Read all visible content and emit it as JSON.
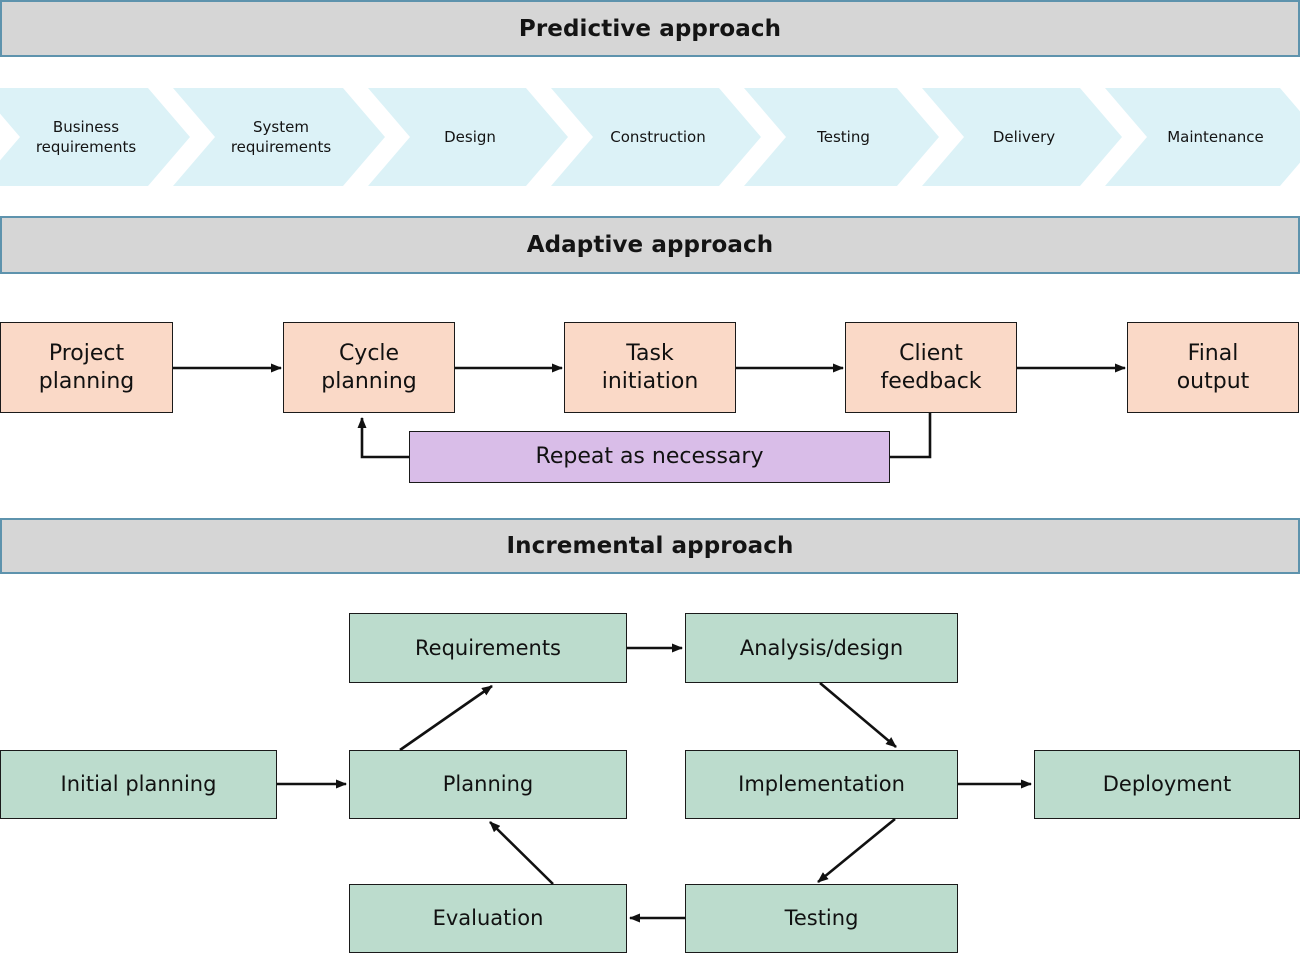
{
  "colors": {
    "band_fill": "#d6d6d6",
    "band_border": "#5e93ad",
    "chevron_fill": "#dcf2f7",
    "peach": "#fad9c7",
    "purple": "#d9bde8",
    "green": "#bcdccd",
    "stroke": "#1a1a1a",
    "page_bg": "#ffffff"
  },
  "sections": {
    "predictive": {
      "title": "Predictive approach",
      "stages": [
        {
          "label_line1": "Business",
          "label_line2": "requirements"
        },
        {
          "label_line1": "System",
          "label_line2": "requirements"
        },
        {
          "label_line1": "Design",
          "label_line2": ""
        },
        {
          "label_line1": "Construction",
          "label_line2": ""
        },
        {
          "label_line1": "Testing",
          "label_line2": ""
        },
        {
          "label_line1": "Delivery",
          "label_line2": ""
        },
        {
          "label_line1": "Maintenance",
          "label_line2": ""
        }
      ]
    },
    "adaptive": {
      "title": "Adaptive approach",
      "nodes": [
        {
          "line1": "Project",
          "line2": "planning"
        },
        {
          "line1": "Cycle",
          "line2": "planning"
        },
        {
          "line1": "Task",
          "line2": "initiation"
        },
        {
          "line1": "Client",
          "line2": "feedback"
        },
        {
          "line1": "Final",
          "line2": "output"
        }
      ],
      "loop_label": "Repeat as necessary"
    },
    "incremental": {
      "title": "Incremental approach",
      "nodes": {
        "initial_planning": "Initial planning",
        "requirements": "Requirements",
        "analysis_design": "Analysis/design",
        "planning": "Planning",
        "implementation": "Implementation",
        "deployment": "Deployment",
        "testing": "Testing",
        "evaluation": "Evaluation"
      }
    }
  }
}
